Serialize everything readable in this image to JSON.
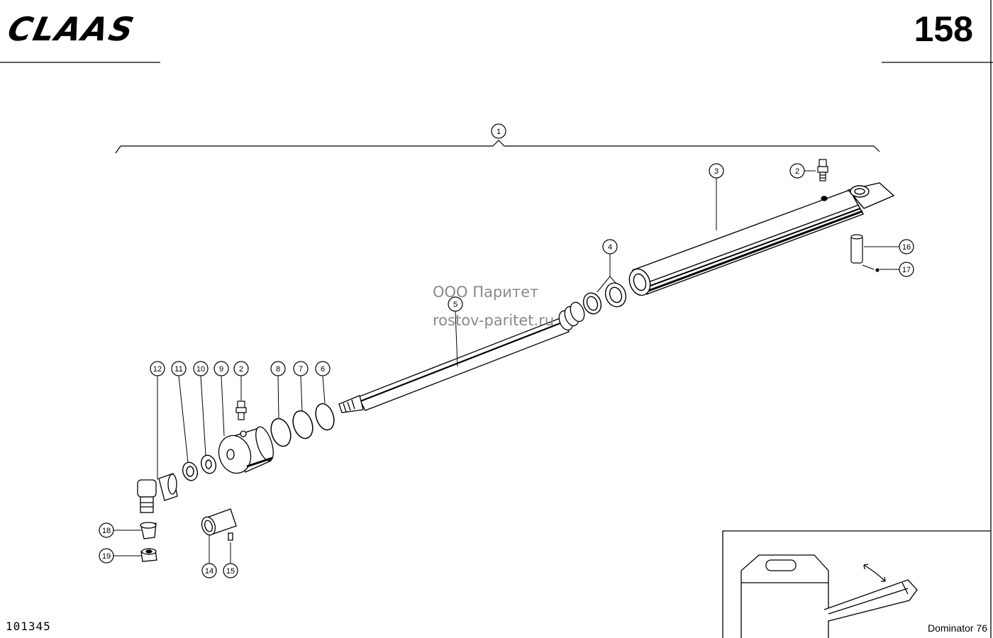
{
  "header": {
    "brand": "CLAAS",
    "page_number": "158"
  },
  "footer": {
    "document_number": "101345",
    "model": "Dominator 76"
  },
  "watermark": {
    "line1": "ООО Паритет",
    "line2": "rostov-paritet.ru"
  },
  "callouts": [
    "1",
    "2",
    "3",
    "4",
    "5",
    "6",
    "7",
    "8",
    "9",
    "10",
    "11",
    "12",
    "14",
    "15",
    "16",
    "17",
    "18",
    "19"
  ]
}
